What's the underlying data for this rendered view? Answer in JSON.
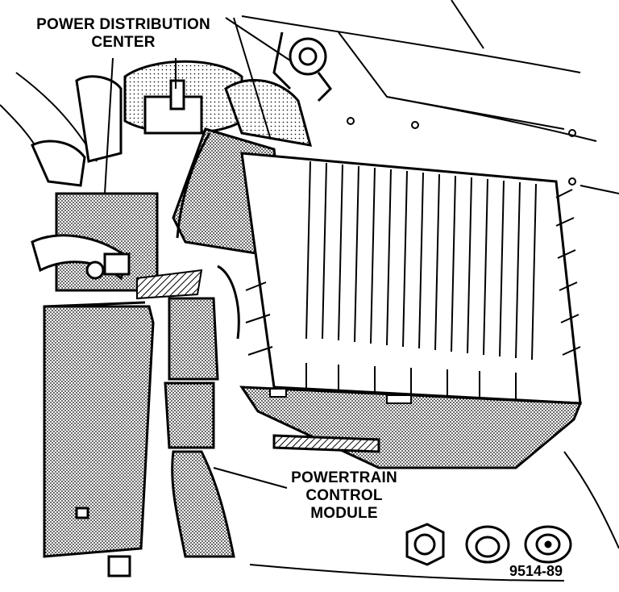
{
  "labels": {
    "power_distribution_center": [
      "POWER DISTRIBUTION",
      "CENTER"
    ],
    "powertrain_control_module": [
      "POWERTRAIN",
      "CONTROL",
      "MODULE"
    ]
  },
  "figure_number": "9514-89",
  "colors": {
    "ink": "#000000",
    "paper": "#ffffff",
    "shade": "#9a9a9a"
  }
}
